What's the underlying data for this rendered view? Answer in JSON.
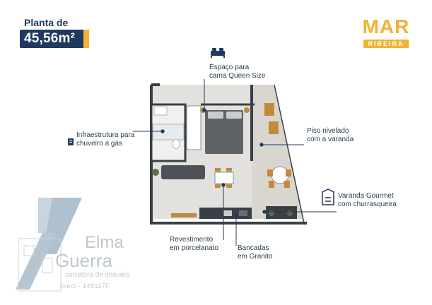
{
  "header": {
    "plan_label": "Planta de",
    "area_value": "45,56m²"
  },
  "logo": {
    "brand": "MAR",
    "sub": "RIBEIRA"
  },
  "annotations": {
    "bed": [
      "Espaço para",
      "cama Queen Size"
    ],
    "shower": [
      "Infraestrutura para",
      "chuveiro a gás"
    ],
    "floor": [
      "Piso nivelado",
      "com a varanda"
    ],
    "gourmet": [
      "Varanda Gourmet",
      "com churrasqueira"
    ],
    "tiles": [
      "Revestimento",
      "em porcelanato"
    ],
    "counters": [
      "Bancadas",
      "em Granito"
    ]
  },
  "watermark": {
    "name_first": "Elma",
    "name_last": "Guerra",
    "tagline": "corretora de imóveis",
    "creci": "creci - 148117F"
  },
  "colors": {
    "navy": "#1f3a5c",
    "gold": "#f2b233",
    "wall": "#3a3f45",
    "floor": "#e3e1dd",
    "balcony": "#d9d6d0"
  }
}
